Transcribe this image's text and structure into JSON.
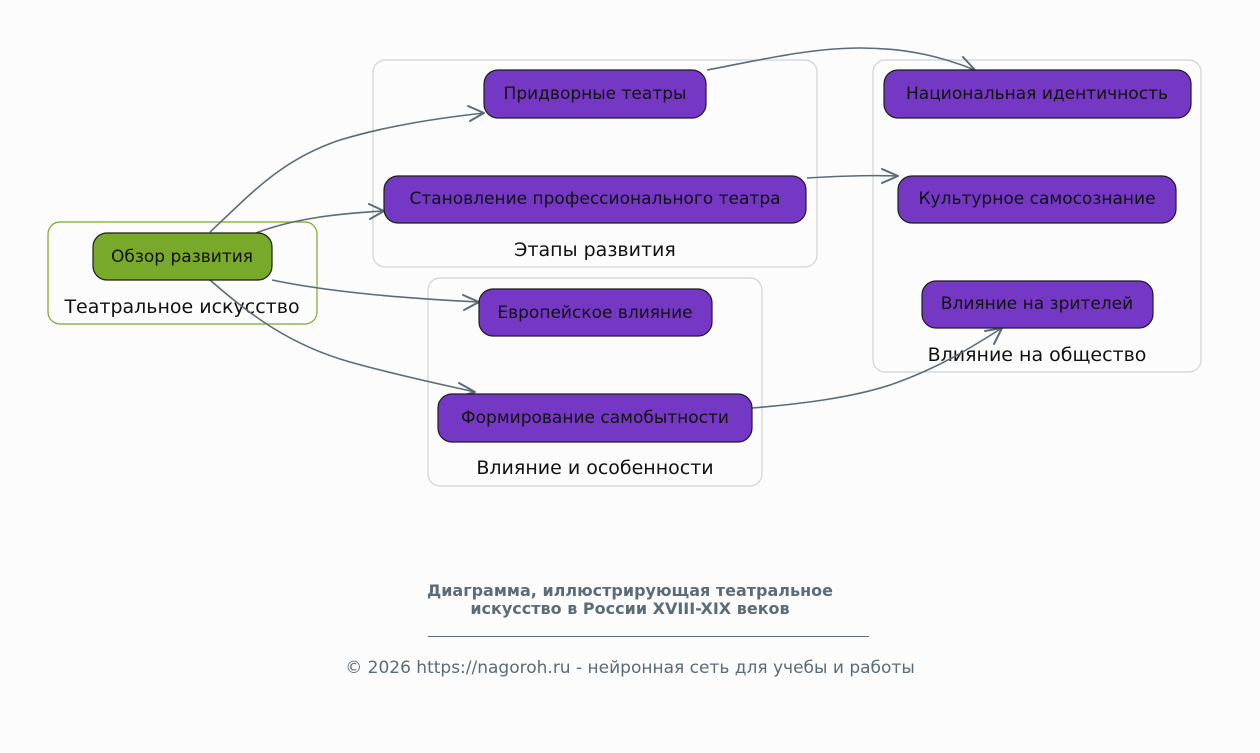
{
  "diagram": {
    "colors": {
      "root_node_fill": "#78a92b",
      "node_fill": "#7538c5",
      "edge": "#5b6b78",
      "cluster_border": "#cfd4d8",
      "root_cluster_border": "#7aa92b",
      "text_muted": "#5b6b78"
    },
    "clusters": [
      {
        "id": "root",
        "label": "Театральное искусство"
      },
      {
        "id": "stages",
        "label": "Этапы развития"
      },
      {
        "id": "influence",
        "label": "Влияние и особенности"
      },
      {
        "id": "society",
        "label": "Влияние на общество"
      }
    ],
    "nodes": [
      {
        "id": "overview",
        "cluster": "root",
        "label": "Обзор развития"
      },
      {
        "id": "court",
        "cluster": "stages",
        "label": "Придворные театры"
      },
      {
        "id": "professional",
        "cluster": "stages",
        "label": "Становление профессионального театра"
      },
      {
        "id": "european",
        "cluster": "influence",
        "label": "Европейское влияние"
      },
      {
        "id": "identity_form",
        "cluster": "influence",
        "label": "Формирование самобытности"
      },
      {
        "id": "national",
        "cluster": "society",
        "label": "Национальная идентичность"
      },
      {
        "id": "cultural",
        "cluster": "society",
        "label": "Культурное самосознание"
      },
      {
        "id": "audience",
        "cluster": "society",
        "label": "Влияние на зрителей"
      }
    ],
    "edges": [
      {
        "from": "overview",
        "to": "court"
      },
      {
        "from": "overview",
        "to": "professional"
      },
      {
        "from": "overview",
        "to": "european"
      },
      {
        "from": "overview",
        "to": "identity_form"
      },
      {
        "from": "court",
        "to": "national"
      },
      {
        "from": "professional",
        "to": "cultural"
      },
      {
        "from": "identity_form",
        "to": "audience"
      }
    ]
  },
  "footer": {
    "caption": "Диаграмма, иллюстрирующая театральное\nискусство в России XVIII-XIX веков",
    "copyright": "© 2026 https://nagoroh.ru - нейронная сеть для учебы и работы"
  }
}
